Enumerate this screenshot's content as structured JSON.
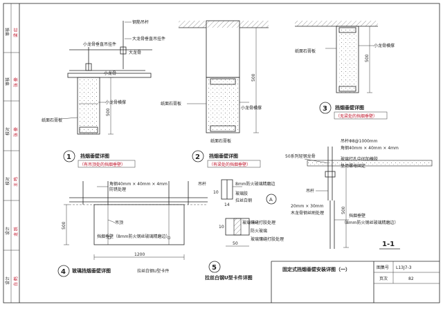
{
  "sidebar": {
    "rows": [
      {
        "role": "审核",
        "sign": "梁 红"
      },
      {
        "role": "审核",
        "sign": "张 豪"
      },
      {
        "role": "校对",
        "sign": "张 豪"
      },
      {
        "role": "校对",
        "sign": "王 鸣"
      },
      {
        "role": "设计",
        "sign": "龙 跃"
      },
      {
        "role": "设计",
        "sign": "白 鹤"
      }
    ]
  },
  "detail1": {
    "num": "1",
    "title": "挡烟垂壁详图",
    "subtitle": "（有吊顶处的挡烟垂壁）",
    "labels": {
      "hanger_rod": "钢筋吊杆",
      "main_hanger": "大龙骨垂直吊挂件",
      "sub_hanger": "小龙骨垂直吊挂件",
      "main_keel": "大龙骨",
      "sub_keel": "小龙骨",
      "brace": "小龙骨横撑",
      "board": "纸面石膏板",
      "dim": "500"
    }
  },
  "detail2": {
    "num": "2",
    "title": "挡烟垂壁详图",
    "subtitle": "（有梁处的挡烟垂壁）",
    "labels": {
      "board": "纸面石膏板",
      "brace": "小龙骨横撑",
      "board2": "纸面石膏板",
      "dim": "500"
    }
  },
  "detail3": {
    "num": "3",
    "title": "挡烟垂壁详图",
    "subtitle": "（无梁处的挡烟垂壁）",
    "labels": {
      "board": "纸面石膏板",
      "brace": "小龙骨横撑",
      "dim": "500"
    }
  },
  "detail4": {
    "num": "4",
    "title": "玻璃挡烟垂壁详图",
    "labels": {
      "angle": "角钢40mm × 40mm × 4mm",
      "rust": "防锈处理",
      "hanger": "吊杆",
      "ceiling": "吊顶",
      "glass": "挡烟垂壁（8mm防火钢丝玻璃精磨边）",
      "clip": "拉丝白钢U型卡件",
      "dim_w": "1200",
      "dim_h": "500"
    }
  },
  "detail5": {
    "num": "5",
    "title": "拉丝白钢U型卡件详图",
    "labels": {
      "edge": "8mm防火玻璃精磨边",
      "gasket": "玻璃胶",
      "steel": "拉丝白钢",
      "d10": "10",
      "d14": "14",
      "grind": "玻璃镶缝打胶处理",
      "fire": "防火玻璃",
      "plate": "玻璃镶缝打胶处理",
      "d50": "50",
      "d10b": "10"
    },
    "callout": "A"
  },
  "section11": {
    "title": "1-1",
    "labels": {
      "keel": "50系列轻钢龙骨",
      "rod": "吊杆Φ8@1000mm",
      "angle": "角钢40mm × 40mm × 4mm",
      "drill": "玻璃打孔中间加橡胶",
      "bolt": "垫用螺母固定",
      "hanger": "吊杆",
      "clip": "20mm × 30mm",
      "wood": "木龙骨钢丝刷处理",
      "glass": "（8mm防火钢丝玻璃精磨边）",
      "guard": "挡烟垂壁",
      "dim": "500"
    }
  },
  "titleblock": {
    "title": "固定式挡烟垂壁安装详图（一）",
    "atlas_label": "图集号",
    "atlas_value": "L13J7-3",
    "page_label": "页次",
    "page_value": "82"
  }
}
